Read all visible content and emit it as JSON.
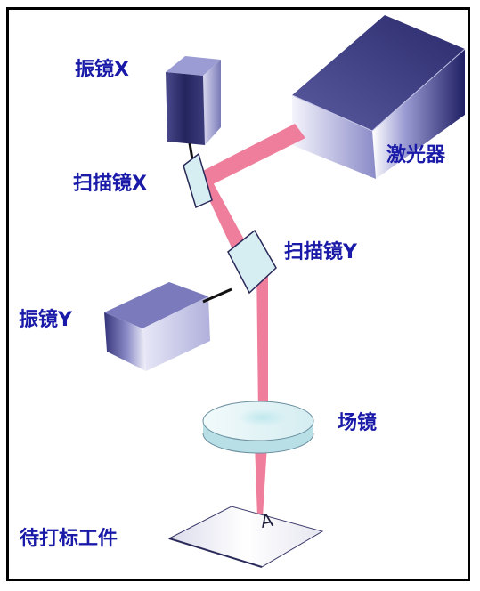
{
  "colors": {
    "label": "#1a1aa8",
    "beam": "#ef7e9c",
    "box_dark": "#2a2a6e",
    "box_mid": "#6060a8",
    "box_light": "#e6e6f6",
    "mirror": "#d4eef2",
    "frame": "#000000"
  },
  "labels": {
    "galvo_x": "振镜X",
    "scan_mirror_x": "扫描镜X",
    "laser": "激光器",
    "scan_mirror_y": "扫描镜Y",
    "galvo_y": "振镜Y",
    "field_lens": "场镜",
    "workpiece": "待打标工件",
    "workpiece_mark": "A"
  },
  "icons": {
    "laser": "laser-source-box-icon",
    "galvo_x": "galvo-motor-box-icon",
    "galvo_y": "galvo-motor-box-icon",
    "mirror_x": "scan-mirror-icon",
    "mirror_y": "scan-mirror-icon",
    "field_lens": "field-lens-disc-icon",
    "workpiece": "workpiece-sheet-icon"
  }
}
